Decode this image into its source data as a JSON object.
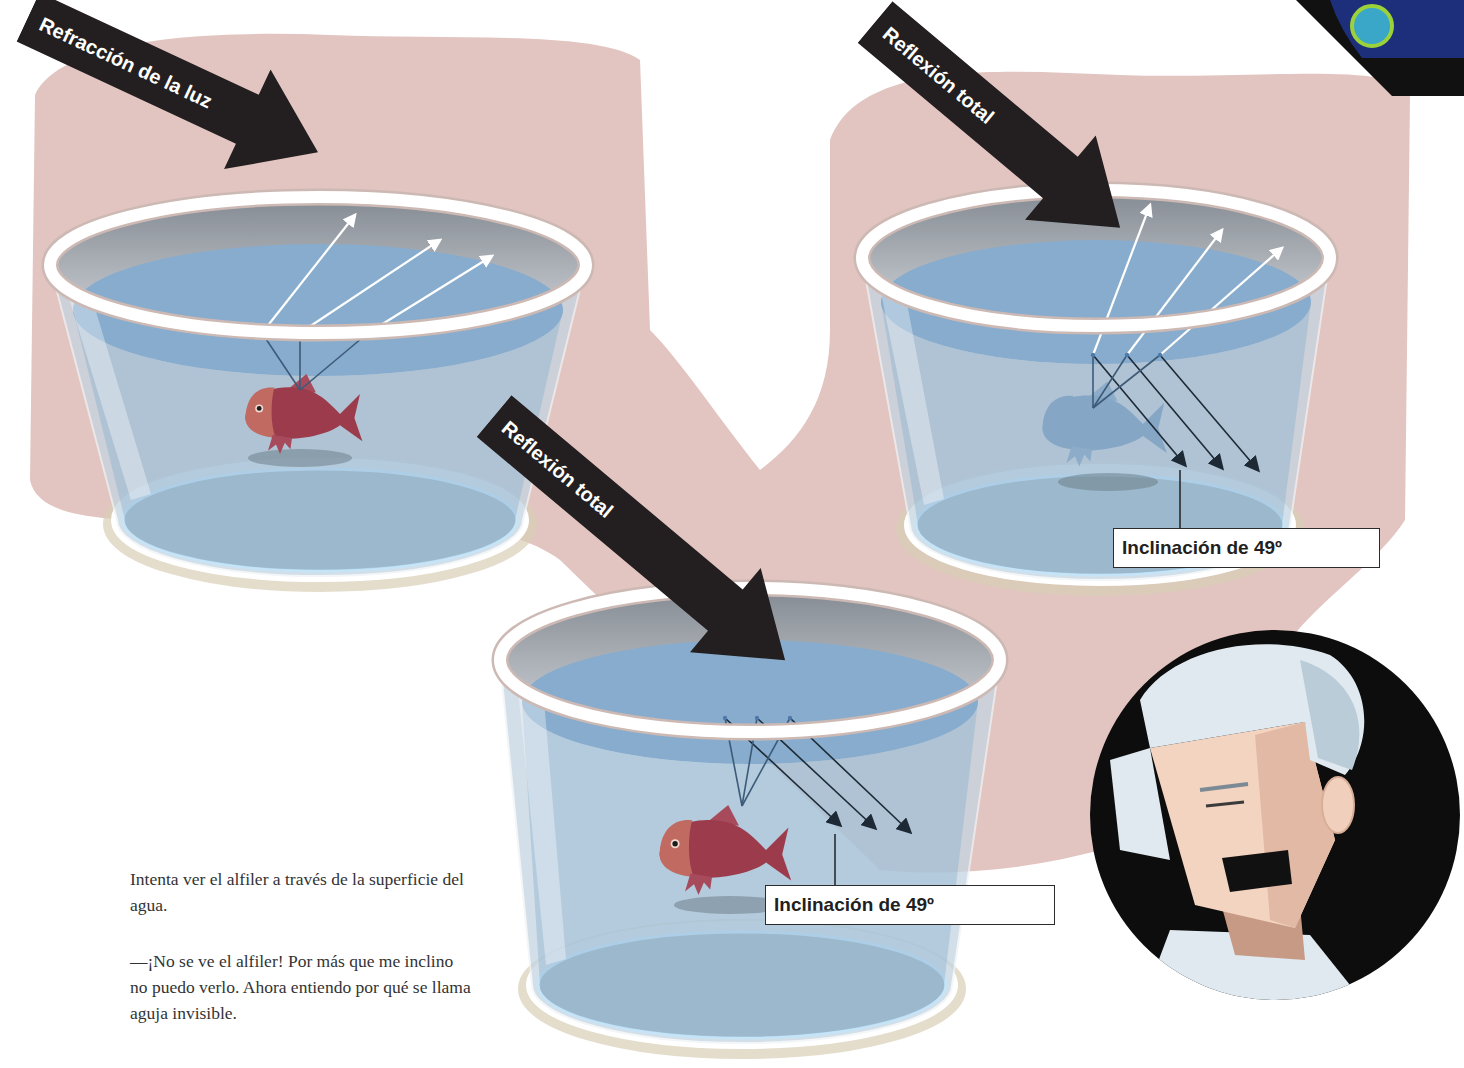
{
  "diagram": {
    "nodes": [
      {
        "text": [
          "Refracción de la luz"
        ]
      },
      {
        "text": [
          "Reflexión total"
        ]
      },
      {
        "text": [
          "Inclinación de 49º"
        ]
      },
      {
        "text": [
          "Reflexión total"
        ]
      },
      {
        "text": [
          "Inclinación de 49º"
        ]
      }
    ],
    "labels": [
      "Intenta ver el alfiler a través de la superficie del agua.",
      "—¡No se ve el alfiler! Por más que me inclino no puedo verlo. Ahora entiendo por qué se llama aguja invisible."
    ]
  }
}
